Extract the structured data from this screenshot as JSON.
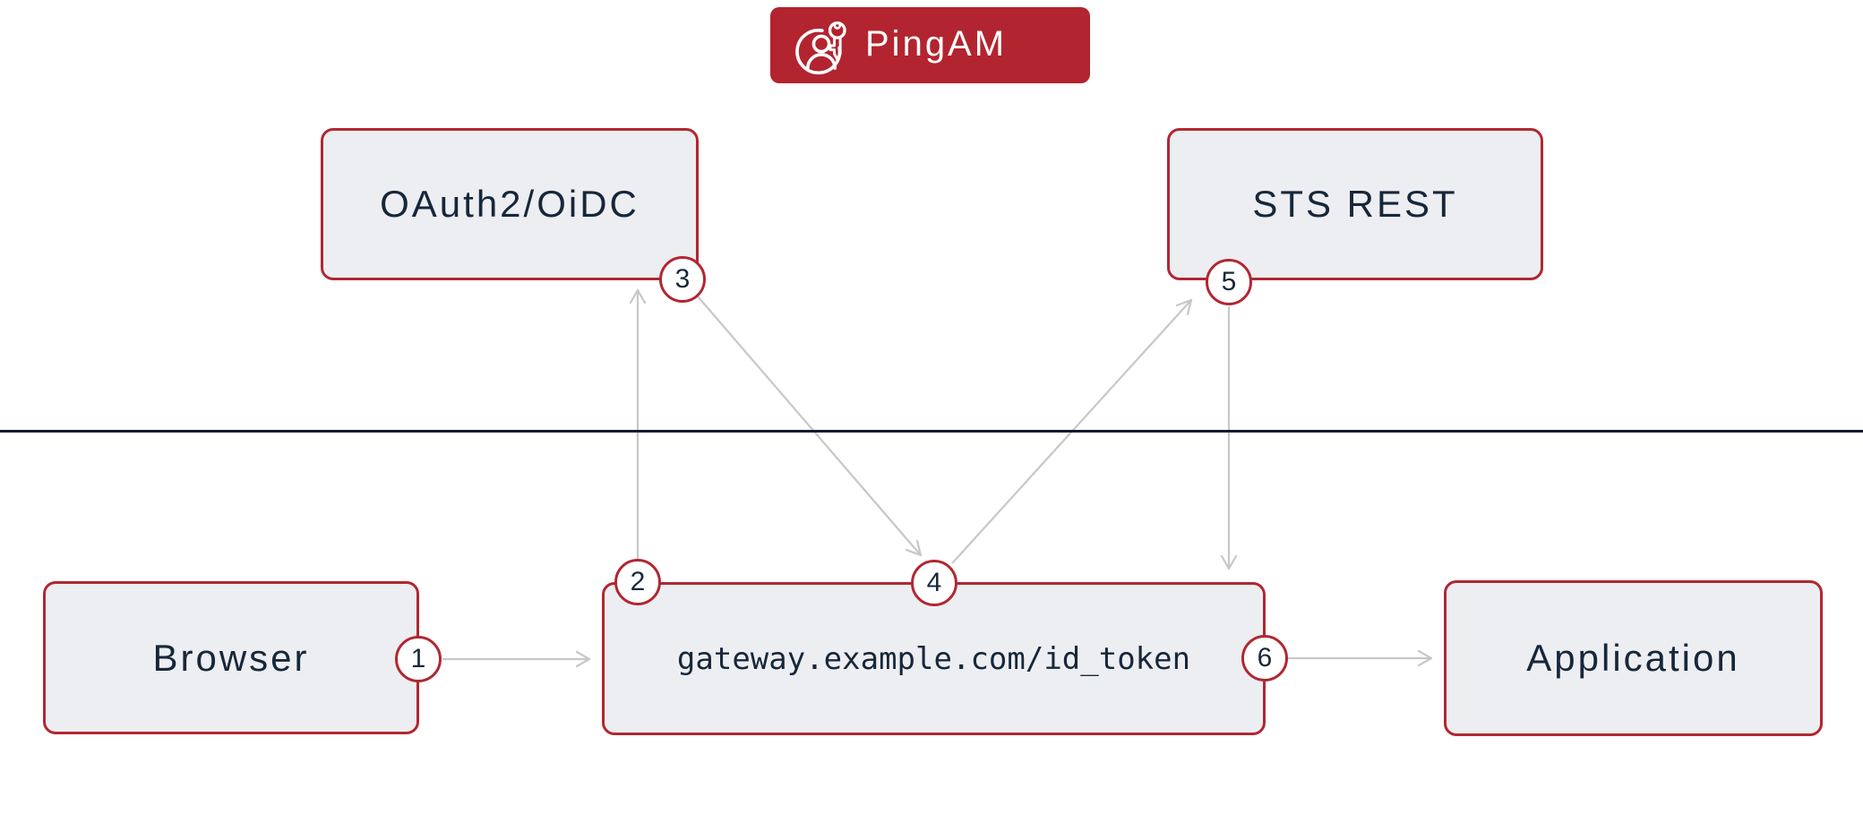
{
  "badge": {
    "label": "PingAM",
    "icon": "user-key-icon"
  },
  "nodes": {
    "oauth2": {
      "label": "OAuth2/OiDC"
    },
    "sts_rest": {
      "label": "STS REST"
    },
    "browser": {
      "label": "Browser"
    },
    "gateway": {
      "label": "gateway.example.com/id_token"
    },
    "application": {
      "label": "Application"
    }
  },
  "steps": {
    "s1": "1",
    "s2": "2",
    "s3": "3",
    "s4": "4",
    "s5": "5",
    "s6": "6"
  },
  "connections": [
    {
      "from": "step-1",
      "to": "gateway",
      "direction": "right"
    },
    {
      "from": "step-2",
      "to": "oauth2",
      "direction": "up"
    },
    {
      "from": "step-3",
      "to": "step-4",
      "direction": "down-right"
    },
    {
      "from": "step-4",
      "to": "step-5",
      "direction": "up-right"
    },
    {
      "from": "step-5",
      "to": "gateway",
      "direction": "down"
    },
    {
      "from": "step-6",
      "to": "application",
      "direction": "right"
    }
  ],
  "colors": {
    "accent_red": "#B12731",
    "badge_red": "#B2242F",
    "node_fill": "#EDEEF1",
    "node_text": "#17273B",
    "arrow_gray": "#C8C8C8",
    "divider": "#0F1D2D",
    "badge_text": "#FFFFFF"
  }
}
